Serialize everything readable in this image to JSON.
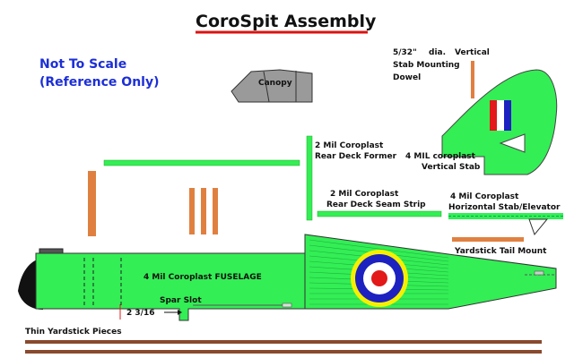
{
  "title": "CoroSpit Assembly",
  "note": {
    "line1": "Not To Scale",
    "line2": "(Reference Only)"
  },
  "labels": {
    "canopy": "Canopy",
    "dowel_line1": "5/32\"",
    "dowel_dia": "dia.",
    "dowel_vertical": "Vertical",
    "dowel_line2": "Stab Mounting",
    "dowel_line3": "Dowel",
    "rear_deck_former_line1": "2 Mil Coroplast",
    "rear_deck_former_line2": "Rear Deck Former",
    "vertical_stab_line1": "4 MIL coroplast",
    "vertical_stab_line2": "Vertical Stab",
    "seam_strip_line1": "2 Mil Coroplast",
    "seam_strip_line2": "Rear Deck Seam Strip",
    "hstab_line1": "4 Mil Coroplast",
    "hstab_line2": "Horizontal Stab/Elevator",
    "tail_mount": "Yardstick Tail Mount",
    "fuselage": "4 Mil Coroplast FUSELAGE",
    "spar_slot": "Spar Slot",
    "spar_dim": "2 3/16",
    "yardstick_pieces": "Thin Yardstick Pieces"
  },
  "colors": {
    "green": "#33ee55",
    "orange": "#e08040",
    "title_underline": "#dd1111",
    "note_blue": "#1c2fd6",
    "roundel_yellow": "#f6f000",
    "roundel_blue": "#1d21c0",
    "roundel_red": "#e31818",
    "canopy_grey": "#9a9a9a"
  }
}
